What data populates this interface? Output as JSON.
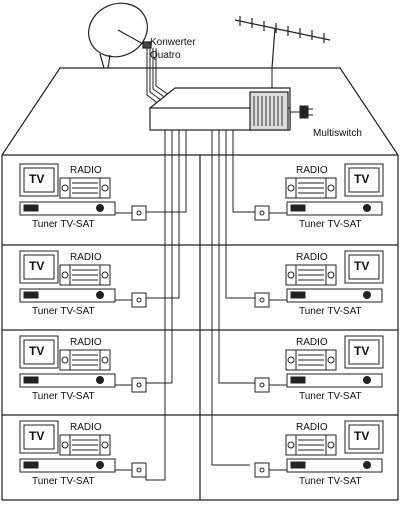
{
  "labels": {
    "converter_line1": "Konwerter",
    "converter_line2": "Quatro",
    "multiswitch": "Multiswitch"
  },
  "rooms": {
    "left": [
      {
        "tv": "TV",
        "radio": "RADIO",
        "tuner": "Tuner TV-SAT"
      },
      {
        "tv": "TV",
        "radio": "RADIO",
        "tuner": "Tuner TV-SAT"
      },
      {
        "tv": "TV",
        "radio": "RADIO",
        "tuner": "Tuner TV-SAT"
      },
      {
        "tv": "TV",
        "radio": "RADIO",
        "tuner": "Tuner TV-SAT"
      }
    ],
    "right": [
      {
        "tv": "TV",
        "radio": "RADIO",
        "tuner": "Tuner TV-SAT"
      },
      {
        "tv": "TV",
        "radio": "RADIO",
        "tuner": "Tuner TV-SAT"
      },
      {
        "tv": "TV",
        "radio": "RADIO",
        "tuner": "Tuner TV-SAT"
      },
      {
        "tv": "TV",
        "radio": "RADIO",
        "tuner": "Tuner TV-SAT"
      }
    ]
  }
}
